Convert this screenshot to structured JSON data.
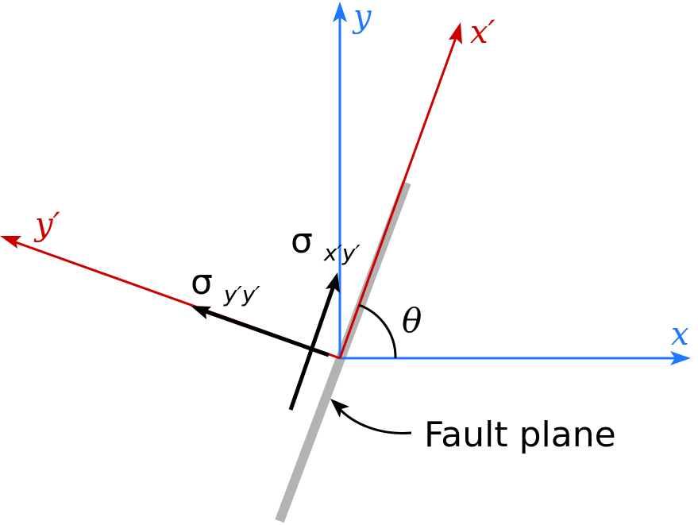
{
  "labels": {
    "x_axis": "x",
    "y_axis": "y",
    "x_prime_axis": "x′",
    "y_prime_axis": "y′",
    "sigma_symbol": "σ",
    "sigma_xy_subscript": "x′y′",
    "sigma_yy_subscript": "y′y′",
    "angle": "θ",
    "fault_plane": "Fault plane"
  },
  "colors": {
    "original_axes": "#1f77ff",
    "rotated_axes": "#cc0000",
    "stress_vectors": "#000000",
    "fault_plane": "#b3b3b3",
    "text": "#000000"
  }
}
